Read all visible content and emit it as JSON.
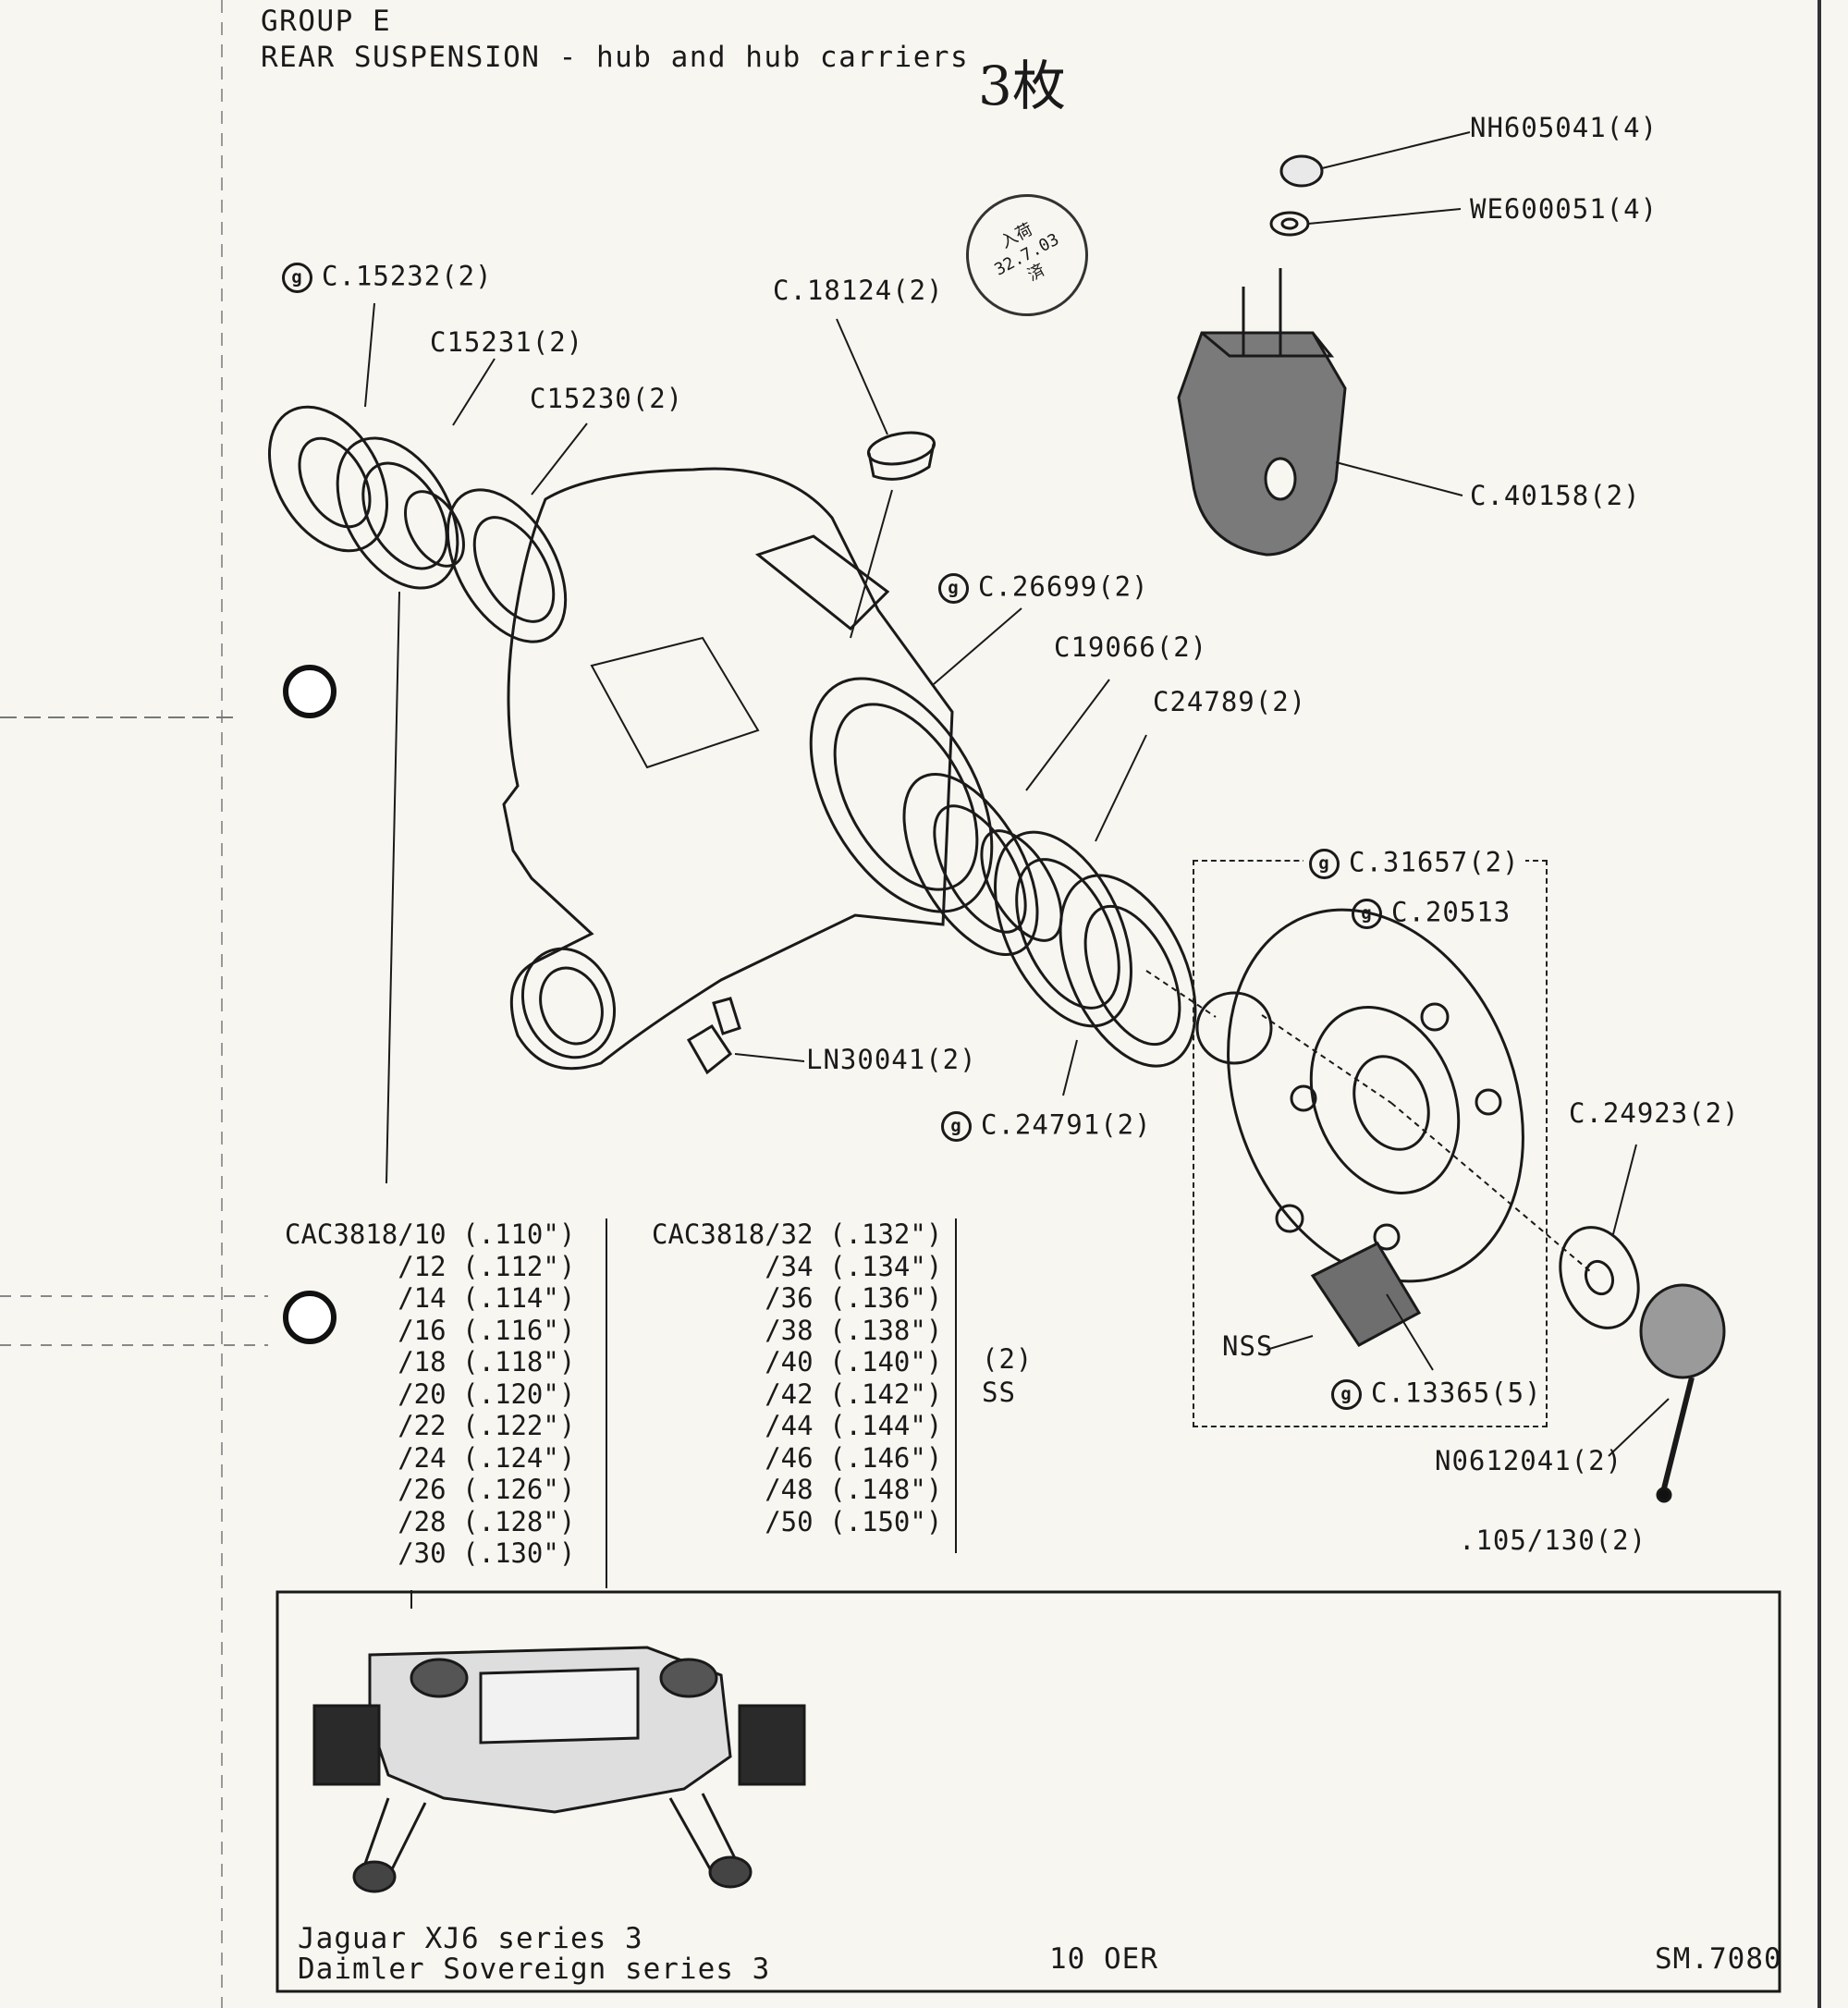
{
  "header": {
    "group": "GROUP E",
    "title": "REAR SUSPENSION - hub and hub carriers",
    "handwritten_note": "3枚"
  },
  "stamp": {
    "line1": "入荷",
    "line2": "32.7.03",
    "line3": "済"
  },
  "parts": [
    {
      "id": "nut",
      "text": "NH605041(4)",
      "marked": false
    },
    {
      "id": "washer",
      "text": "WE600051(4)",
      "marked": false
    },
    {
      "id": "seal-outer",
      "text": "C.15232(2)",
      "marked": true
    },
    {
      "id": "spacer",
      "text": "C15231(2)",
      "marked": false
    },
    {
      "id": "bearing-outer",
      "text": "C15230(2)",
      "marked": false
    },
    {
      "id": "grease-cap",
      "text": "C.18124(2)",
      "marked": false
    },
    {
      "id": "mount-bracket",
      "text": "C.40158(2)",
      "marked": false
    },
    {
      "id": "carrier",
      "text": "C.26699(2)",
      "marked": true
    },
    {
      "id": "bearing-inner",
      "text": "C19066(2)",
      "marked": false
    },
    {
      "id": "oil-seal",
      "text": "C24789(2)",
      "marked": false
    },
    {
      "id": "hub-assembly",
      "text": "C.31657(2)",
      "marked": true
    },
    {
      "id": "hub",
      "text": "C.20513",
      "marked": true
    },
    {
      "id": "grease-nipple",
      "text": "LN30041(2)",
      "marked": false
    },
    {
      "id": "seal-inner",
      "text": "C.24791(2)",
      "marked": true
    },
    {
      "id": "hub-washer",
      "text": "C.24923(2)",
      "marked": false
    },
    {
      "id": "nss",
      "text": "NSS",
      "marked": false
    },
    {
      "id": "wheel-stud",
      "text": "C.13365(5)",
      "marked": true
    },
    {
      "id": "castle-nut",
      "text": "N0612041(2)",
      "marked": false
    },
    {
      "id": "split-pin",
      "text": ".105/130(2)",
      "marked": false
    }
  ],
  "shims": {
    "col1": [
      {
        "part": "CAC3818/10",
        "size": "(.110\")"
      },
      {
        "part": "/12",
        "size": "(.112\")"
      },
      {
        "part": "/14",
        "size": "(.114\")"
      },
      {
        "part": "/16",
        "size": "(.116\")"
      },
      {
        "part": "/18",
        "size": "(.118\")"
      },
      {
        "part": "/20",
        "size": "(.120\")"
      },
      {
        "part": "/22",
        "size": "(.122\")"
      },
      {
        "part": "/24",
        "size": "(.124\")"
      },
      {
        "part": "/26",
        "size": "(.126\")"
      },
      {
        "part": "/28",
        "size": "(.128\")"
      },
      {
        "part": "/30",
        "size": "(.130\")"
      }
    ],
    "col2": [
      {
        "part": "CAC3818/32",
        "size": "(.132\")"
      },
      {
        "part": "/34",
        "size": "(.134\")"
      },
      {
        "part": "/36",
        "size": "(.136\")"
      },
      {
        "part": "/38",
        "size": "(.138\")"
      },
      {
        "part": "/40",
        "size": "(.140\")"
      },
      {
        "part": "/42",
        "size": "(.142\")"
      },
      {
        "part": "/44",
        "size": "(.144\")"
      },
      {
        "part": "/46",
        "size": "(.146\")"
      },
      {
        "part": "/48",
        "size": "(.148\")"
      },
      {
        "part": "/50",
        "size": "(.150\")"
      }
    ],
    "qty": "(2)",
    "qty_note": "SS"
  },
  "footer": {
    "line1": "Jaguar XJ6 series 3",
    "line2": "Daimler Sovereign series 3",
    "date": "10 OER",
    "ref": "SM.7080"
  }
}
